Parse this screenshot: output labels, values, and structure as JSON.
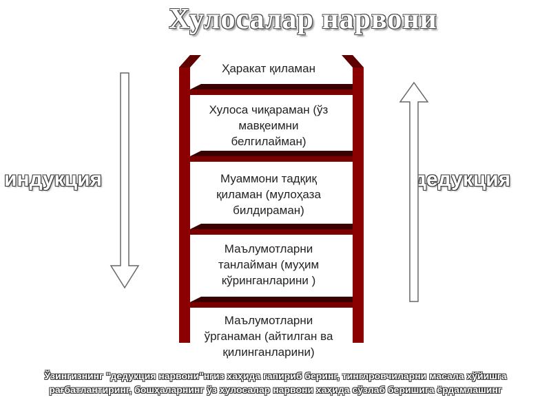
{
  "title": "Хулосалар нарвони",
  "left_label": "индукция",
  "right_label": "дедукция",
  "steps": [
    "Ҳаракат қиламан",
    "Хулоса чиқараман (ўз мавқеимни белгилайман)",
    "Муаммони тадқиқ қиламан (мулоҳаза билдираман)",
    "Маълумотларни танлайман (муҳим кўринганларини )",
    "Маълумотларни ўрганаман (айтилган ва қилинганларини)"
  ],
  "caption": "Ўзингизнинг \"дедукция нарвони\"нгиз хаҳида гапириб беринг, тинглровчиларни масала хўйишга рағбатлантиринг, бошҳаларнинг ўз хулосалар нарвони хаҳида сўзлаб беришига ёрдамлашинг",
  "colors": {
    "rail": "#8b0000",
    "rail_dark": "#4a0000",
    "rung": "#7a0000",
    "arrow_fill": "#ffffff",
    "arrow_stroke": "#666666"
  }
}
